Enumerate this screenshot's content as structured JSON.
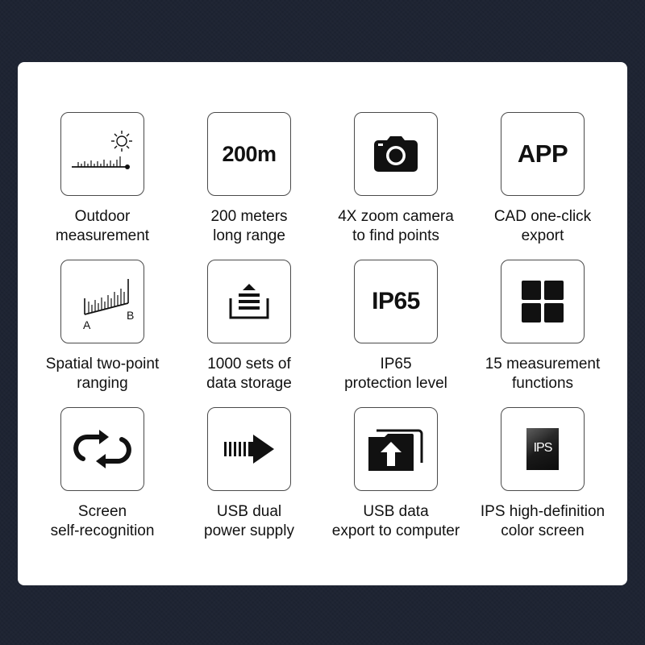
{
  "features": [
    {
      "icon": "outdoor-sun-ruler-icon",
      "caption_lines": [
        "Outdoor",
        "measurement"
      ]
    },
    {
      "icon": "range-200m-icon",
      "tile_text": "200m",
      "caption_lines": [
        "200 meters",
        "long range"
      ]
    },
    {
      "icon": "camera-icon",
      "caption_lines": [
        "4X zoom camera",
        "to find points"
      ]
    },
    {
      "icon": "app-icon",
      "tile_text": "APP",
      "caption_lines": [
        "CAD one-click",
        "export"
      ]
    },
    {
      "icon": "two-point-ruler-icon",
      "labels": [
        "A",
        "B"
      ],
      "caption_lines": [
        "Spatial two-point",
        "ranging"
      ]
    },
    {
      "icon": "data-storage-icon",
      "caption_lines": [
        "1000 sets of",
        "data storage"
      ]
    },
    {
      "icon": "ip65-icon",
      "tile_text": "IP65",
      "caption_lines": [
        "IP65",
        "protection level"
      ]
    },
    {
      "icon": "four-squares-icon",
      "caption_lines": [
        "15 measurement",
        "functions"
      ]
    },
    {
      "icon": "rotate-arrows-icon",
      "caption_lines": [
        "Screen",
        "self-recognition"
      ]
    },
    {
      "icon": "usb-arrow-icon",
      "caption_lines": [
        "USB dual",
        "power supply"
      ]
    },
    {
      "icon": "export-upload-icon",
      "caption_lines": [
        "USB data",
        "export to computer"
      ]
    },
    {
      "icon": "ips-screen-icon",
      "tile_text": "IPS",
      "caption_lines": [
        "IPS high-definition",
        "color screen"
      ]
    }
  ],
  "colors": {
    "background": "#1e2433",
    "panel": "#ffffff",
    "icon": "#111111",
    "border": "#4a4a4a"
  }
}
